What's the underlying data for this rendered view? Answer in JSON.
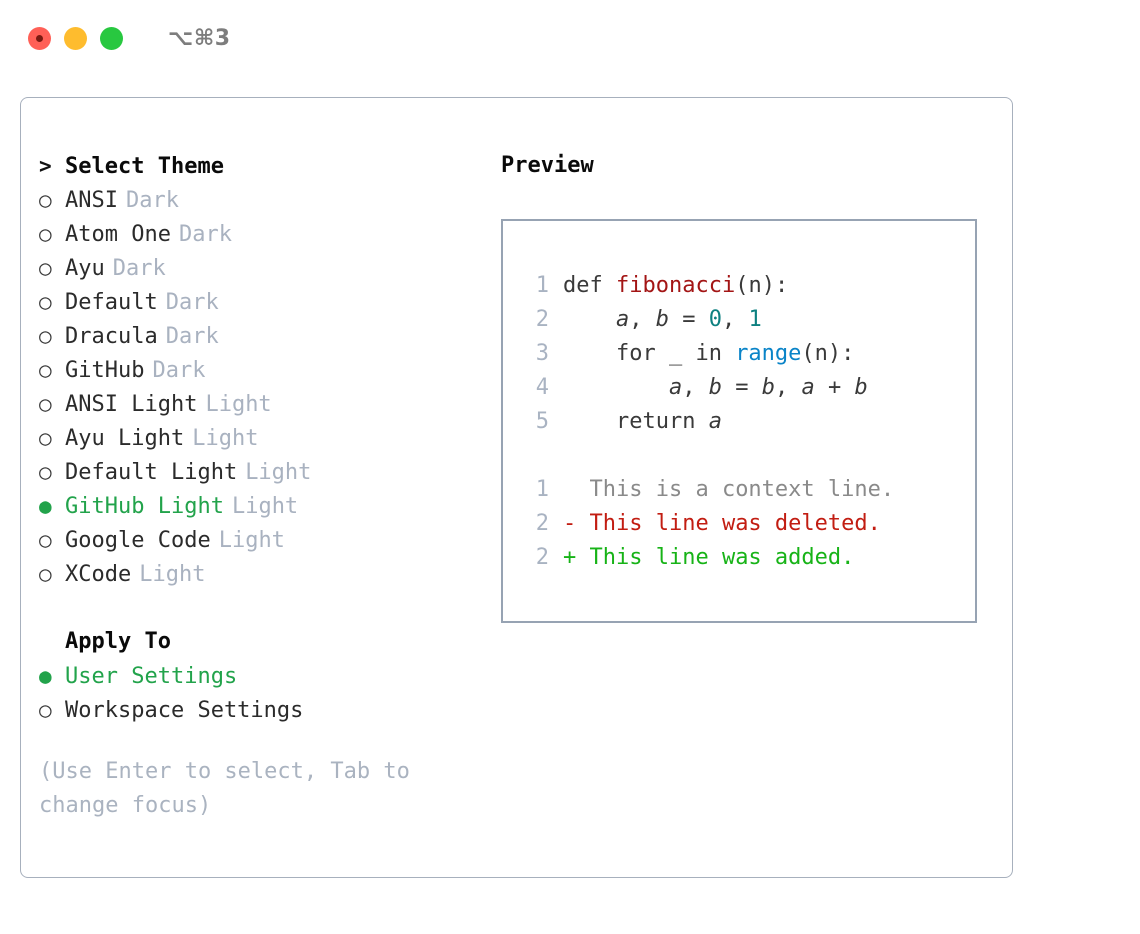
{
  "window": {
    "shortcut": "⌥⌘3",
    "traffic_lights": [
      "close-button",
      "minimize-button",
      "zoom-button"
    ]
  },
  "theme_picker": {
    "header_marker": ">",
    "header_label": "Select Theme",
    "unselected_marker": "○",
    "selected_marker": "●",
    "items": [
      {
        "label": "ANSI",
        "tag": "Dark",
        "selected": false
      },
      {
        "label": "Atom One",
        "tag": "Dark",
        "selected": false
      },
      {
        "label": "Ayu",
        "tag": "Dark",
        "selected": false
      },
      {
        "label": "Default",
        "tag": "Dark",
        "selected": false
      },
      {
        "label": "Dracula",
        "tag": "Dark",
        "selected": false
      },
      {
        "label": "GitHub",
        "tag": "Dark",
        "selected": false
      },
      {
        "label": "ANSI Light",
        "tag": "Light",
        "selected": false
      },
      {
        "label": "Ayu Light",
        "tag": "Light",
        "selected": false
      },
      {
        "label": "Default Light",
        "tag": "Light",
        "selected": false
      },
      {
        "label": "GitHub Light",
        "tag": "Light",
        "selected": true
      },
      {
        "label": "Google Code",
        "tag": "Light",
        "selected": false
      },
      {
        "label": "XCode",
        "tag": "Light",
        "selected": false
      }
    ]
  },
  "apply_to": {
    "header_label": "Apply To",
    "items": [
      {
        "label": "User Settings",
        "selected": true
      },
      {
        "label": "Workspace Settings",
        "selected": false
      }
    ]
  },
  "hint": "(Use Enter to select, Tab to change focus)",
  "preview": {
    "title": "Preview",
    "code_lines": [
      {
        "number": "1",
        "tokens": [
          {
            "text": "def ",
            "kind": "plain"
          },
          {
            "text": "fibonacci",
            "kind": "fn"
          },
          {
            "text": "(n):",
            "kind": "plain"
          }
        ]
      },
      {
        "number": "2",
        "tokens": [
          {
            "text": "    ",
            "kind": "plain"
          },
          {
            "text": "a",
            "kind": "var"
          },
          {
            "text": ", ",
            "kind": "plain"
          },
          {
            "text": "b",
            "kind": "var"
          },
          {
            "text": " = ",
            "kind": "plain"
          },
          {
            "text": "0",
            "kind": "num"
          },
          {
            "text": ", ",
            "kind": "plain"
          },
          {
            "text": "1",
            "kind": "num"
          }
        ]
      },
      {
        "number": "3",
        "tokens": [
          {
            "text": "    for _ in ",
            "kind": "plain"
          },
          {
            "text": "range",
            "kind": "call"
          },
          {
            "text": "(n):",
            "kind": "plain"
          }
        ]
      },
      {
        "number": "4",
        "tokens": [
          {
            "text": "        ",
            "kind": "plain"
          },
          {
            "text": "a",
            "kind": "var"
          },
          {
            "text": ", ",
            "kind": "plain"
          },
          {
            "text": "b",
            "kind": "var"
          },
          {
            "text": " = ",
            "kind": "plain"
          },
          {
            "text": "b",
            "kind": "var"
          },
          {
            "text": ", ",
            "kind": "plain"
          },
          {
            "text": "a",
            "kind": "var"
          },
          {
            "text": " + ",
            "kind": "plain"
          },
          {
            "text": "b",
            "kind": "var"
          }
        ]
      },
      {
        "number": "5",
        "tokens": [
          {
            "text": "    return ",
            "kind": "plain"
          },
          {
            "text": "a",
            "kind": "var"
          }
        ]
      }
    ],
    "diff_lines": [
      {
        "number": "1",
        "sign": " ",
        "text": " This is a context line.",
        "kind": "context"
      },
      {
        "number": "2",
        "sign": "-",
        "text": " This line was deleted.",
        "kind": "deleted"
      },
      {
        "number": "2",
        "sign": "+",
        "text": " This line was added.",
        "kind": "added"
      }
    ]
  },
  "colors": {
    "selected_green": "#22a34b",
    "added_green": "#17b317",
    "deleted_red": "#c21d12",
    "function_red": "#a31515",
    "number_teal": "#0d8080",
    "call_blue": "#0a84c8",
    "muted_gray": "#a9b2c0",
    "border_gray": "#97a3b3"
  }
}
